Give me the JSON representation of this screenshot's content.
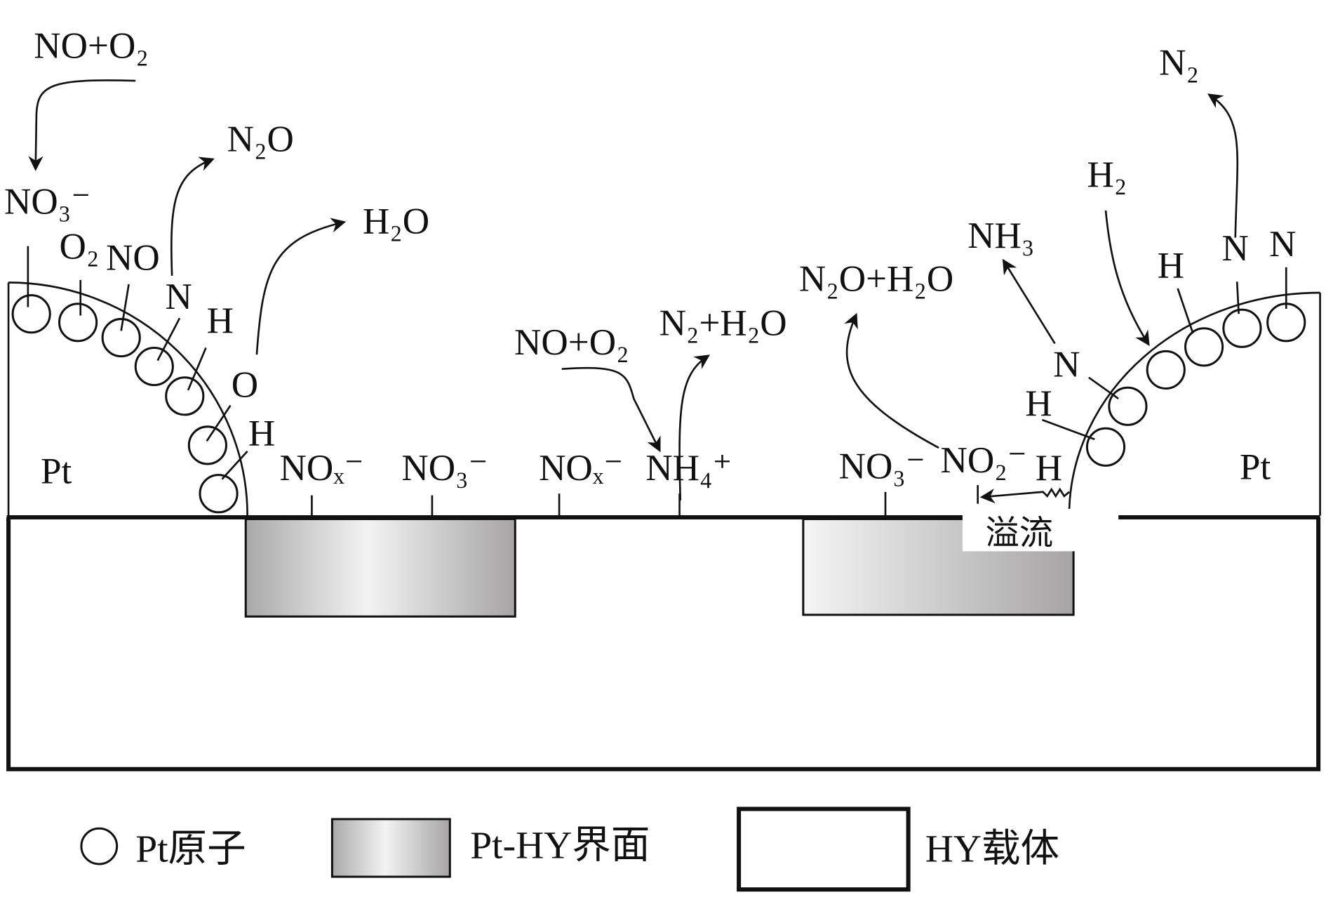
{
  "labels": {
    "left_feed": "NO+O₂",
    "left_no3": "NO₃⁻",
    "left_o2": "O₂",
    "left_no": "NO",
    "left_n": "N",
    "left_n2o": "N₂O",
    "left_h1": "H",
    "left_h2o": "H₂O",
    "left_o": "O",
    "left_h2": "H",
    "left_pt": "Pt",
    "surf_nox1": "NOₓ⁻",
    "surf_no3_1": "NO₃⁻",
    "surf_nox2": "NOₓ⁻",
    "surf_nh4": "NH₄⁺",
    "mid_feed": "NO+O₂",
    "mid_product": "N₂+H₂O",
    "right_product": "N₂O+H₂O",
    "surf_no3_2": "NO₃⁻",
    "surf_no2": "NO₂⁻",
    "surf_h": "H",
    "spillover": "溢流",
    "right_nh3": "NH₃",
    "right_h2": "H₂",
    "right_n2": "N₂",
    "right_h1": "H",
    "right_n1": "N",
    "right_n2atom": "N",
    "right_n3": "N",
    "right_h2atom": "H",
    "right_pt": "Pt"
  },
  "legend": {
    "atom": "Pt原子",
    "interface": "Pt-HY界面",
    "support": "HY载体"
  },
  "colors": {
    "line": "#111111",
    "interface_light": "#f4f4f4",
    "interface_dark": "#a8a6a6"
  }
}
